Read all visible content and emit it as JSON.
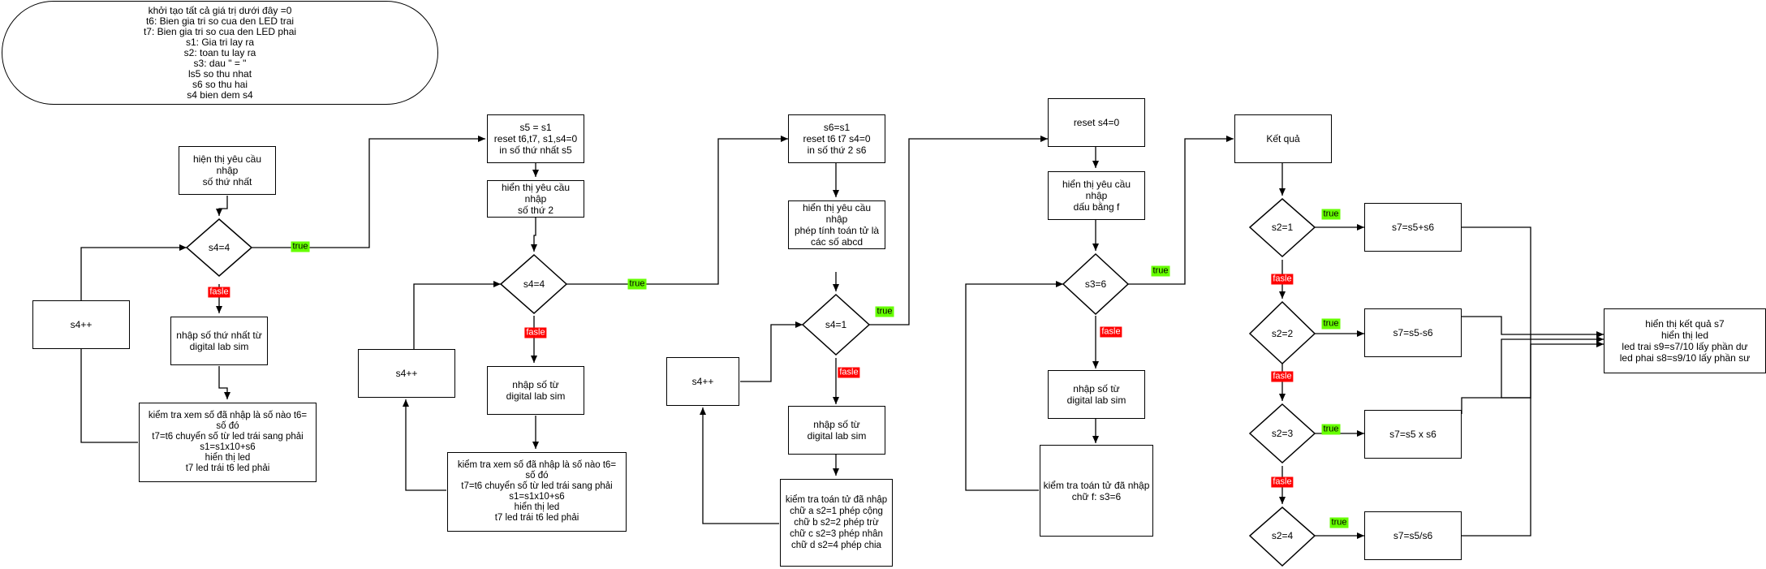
{
  "init": {
    "lines": [
      "khởi tạo tất cả giá trị dưới đây =0",
      "t6: Bien gia tri so cua den LED trai",
      "t7: Bien gia tri so cua den LED phai",
      "s1: Gia tri lay ra",
      "s2: toan tu lay ra",
      "s3:  dau \" = \"",
      "ls5 so thu nhat",
      "s6 so thu hai",
      "s4 bien dem s4"
    ]
  },
  "col1": {
    "prompt": "hiện thị yêu cầu nhập\nsố thứ nhất",
    "cond": "s4=4",
    "incr": "s4++",
    "input": "nhập số thứ nhất từ\ndigital lab sim",
    "check": "kiểm tra xem số đã nhập là số nào t6=\nsố đó\nt7=t6 chuyển số  từ led trái sang phải\ns1=s1x10+s6\nhiển thị led\nt7 led trái t6 led phải"
  },
  "col2": {
    "store": "s5 = s1\nreset t6,t7, s1,s4=0\nin số thứ nhất s5",
    "prompt": "hiển thị yêu cầu nhập\nsố thứ 2",
    "cond": "s4=4",
    "incr": "s4++",
    "input": "nhập số từ\ndigital lab sim",
    "check": "kiểm tra xem số đã nhập là số nào t6=\nsố đó\nt7=t6 chuyển số  từ led trái sang phải\ns1=s1x10+s6\nhiển thị led\nt7 led trái t6 led phải"
  },
  "col3": {
    "store": "s6=s1\nreset t6 t7 s4=0\nin số thứ 2 s6",
    "prompt": "hiển thị yêu cầu nhập\nphép tính toán tử là\ncác số abcd",
    "cond": "s4=1",
    "incr": "s4++",
    "input": "nhập số từ\ndigital lab sim",
    "check": "kiểm tra toán tử đã nhập\nchữ a  s2=1 phép cộng\nchữ b s2=2 phép trừ\nchữ c s2=3 phép nhân\nchữ d s2=4 phép chia"
  },
  "col4": {
    "reset": "reset s4=0",
    "prompt": "hiển thị yêu cầu nhập\ndấu bằng f",
    "cond": "s3=6",
    "input": "nhập số từ\ndigital lab sim",
    "check": "kiểm tra toán tử đã nhập\nchữ f: s3=6"
  },
  "col5": {
    "result": "Kết quả",
    "conds": [
      "s2=1",
      "s2=2",
      "s2=3",
      "s2=4"
    ],
    "ops": [
      "s7=s5+s6",
      "s7=s5-s6",
      "s7=s5 x s6",
      "s7=s5/s6"
    ],
    "final": "hiển thị kết quả s7\nhiển thị led\nled trai s9=s7/10 lấy phần dư\nled phai s8=s9/10 lấy phần sư"
  },
  "tags": {
    "true": "true",
    "false": "fasle"
  },
  "colors": {
    "true_tag": "#66ff00",
    "false_tag": "#ff0000",
    "stroke": "#000000"
  }
}
